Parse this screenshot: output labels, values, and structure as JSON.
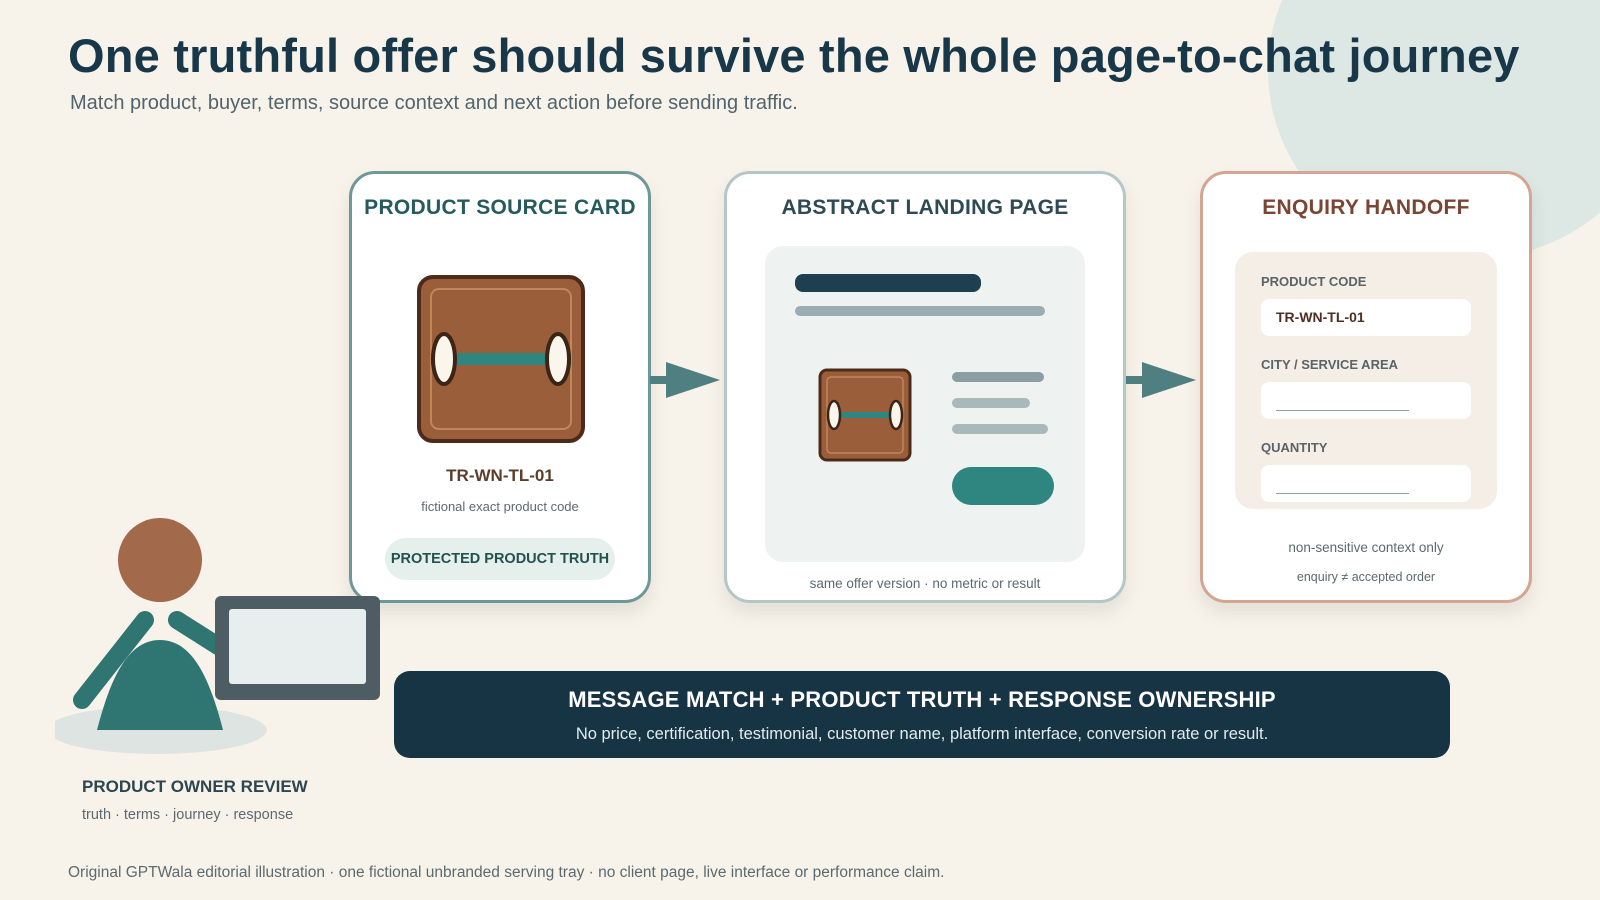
{
  "header": {
    "title": "One truthful offer should survive the whole page-to-chat journey",
    "subtitle": "Match product, buyer, terms, source context and next action before sending traffic."
  },
  "source_card": {
    "title": "PRODUCT SOURCE CARD",
    "product_code": "TR-WN-TL-01",
    "code_note": "fictional exact product code",
    "badge": "PROTECTED PRODUCT TRUTH"
  },
  "landing_card": {
    "title": "ABSTRACT LANDING PAGE",
    "caption": "same offer version · no metric or result"
  },
  "enquiry_card": {
    "title": "ENQUIRY HANDOFF",
    "fields": [
      {
        "label": "PRODUCT CODE",
        "value": "TR-WN-TL-01"
      },
      {
        "label": "CITY / SERVICE AREA",
        "value": ""
      },
      {
        "label": "QUANTITY",
        "value": ""
      }
    ],
    "note_1": "non-sensitive context only",
    "note_2": "enquiry ≠ accepted order"
  },
  "banner": {
    "title": "MESSAGE MATCH + PRODUCT TRUTH + RESPONSE OWNERSHIP",
    "subtitle": "No price, certification, testimonial, customer name, platform interface, conversion rate or result."
  },
  "reviewer": {
    "title": "PRODUCT OWNER REVIEW",
    "subtitle": "truth · terms · journey · response"
  },
  "footer": "Original GPTWala editorial illustration · one fictional unbranded serving tray · no client page, live interface or performance claim.",
  "colors": {
    "background": "#f8f3ea",
    "navy": "#173444",
    "teal": "#2f8580",
    "tray_brown": "#9a5e3a",
    "terracotta": "#d4a591"
  },
  "icons": [
    "serving-tray-icon",
    "arrow-right-icon",
    "person-with-laptop-icon"
  ]
}
